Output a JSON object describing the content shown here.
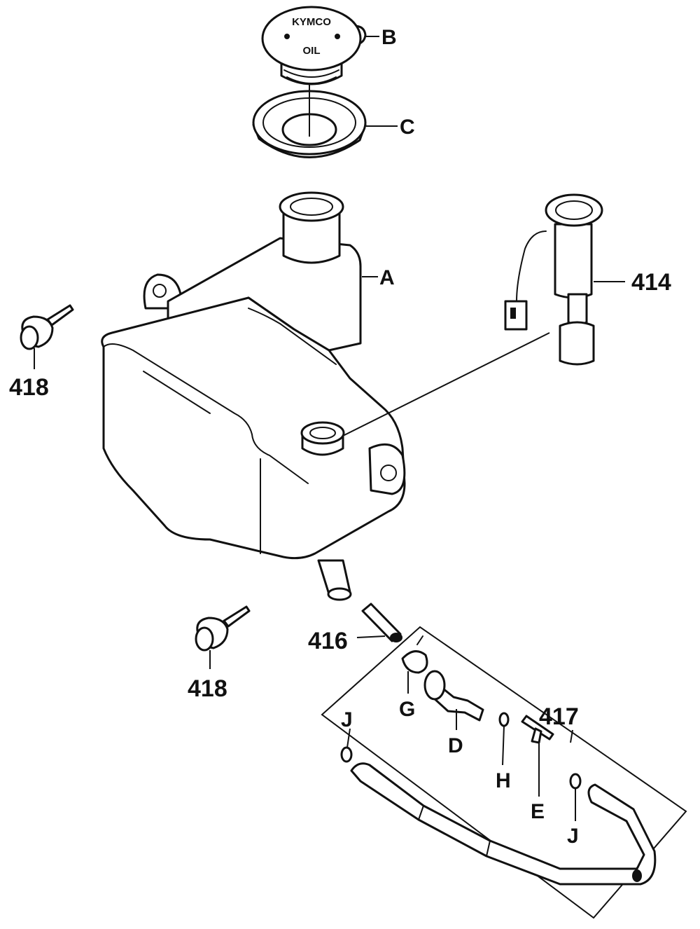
{
  "cap_text": {
    "brand": "KYMCO",
    "content": "OIL"
  },
  "labels": {
    "A": "A",
    "B": "B",
    "C": "C",
    "D": "D",
    "E": "E",
    "G": "G",
    "H": "H",
    "J_left": "J",
    "J_right": "J",
    "p414": "414",
    "p416": "416",
    "p417": "417",
    "p418_top": "418",
    "p418_bottom": "418"
  }
}
